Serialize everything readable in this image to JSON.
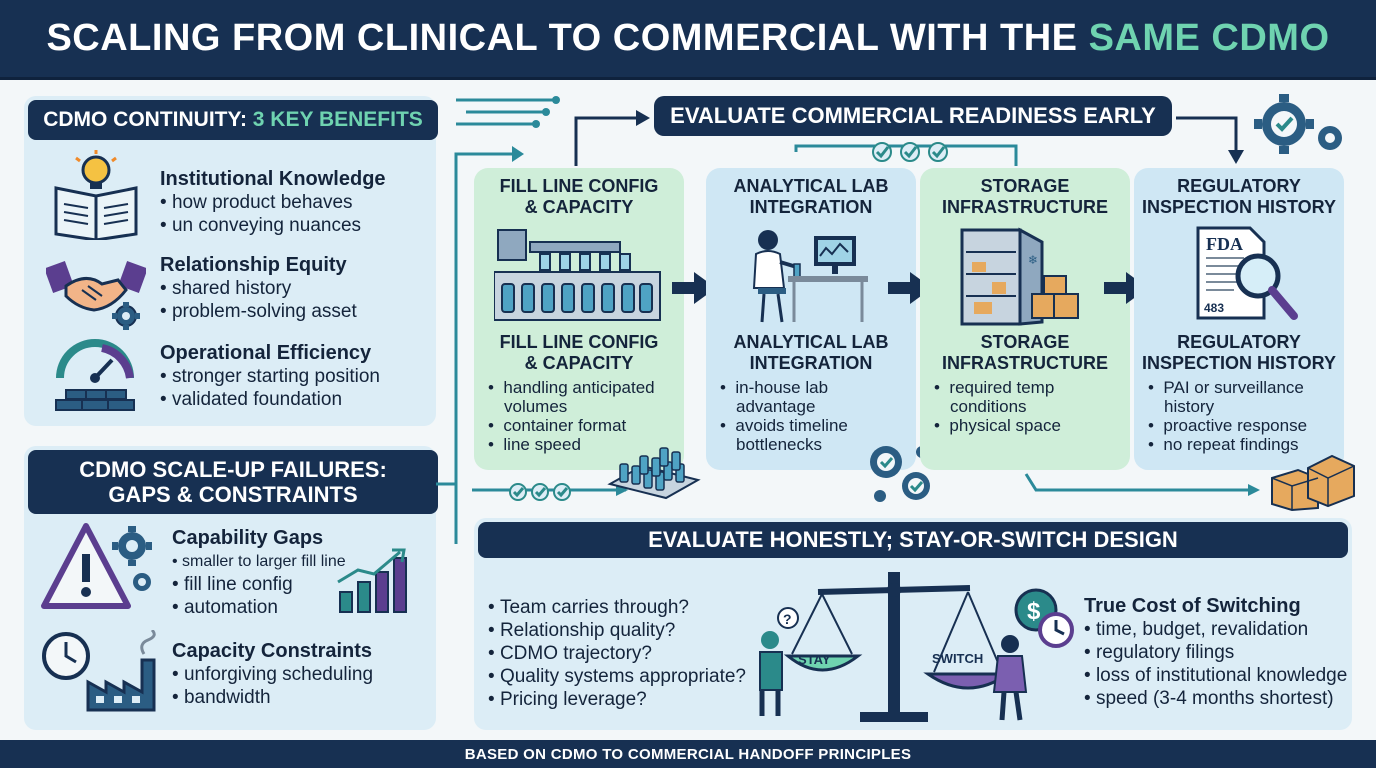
{
  "title": {
    "main": "SCALING FROM CLINICAL TO COMMERCIAL WITH THE ",
    "accent": "SAME CDMO"
  },
  "continuity": {
    "heading_a": "CDMO CONTINUITY: ",
    "heading_b": "3 KEY BENEFITS",
    "benefits": [
      {
        "title": "Institutional Knowledge",
        "points": [
          "how product behaves",
          "un conveying nuances"
        ],
        "icon": "open-book-lightbulb-icon"
      },
      {
        "title": "Relationship Equity",
        "points": [
          "shared history",
          "problem-solving asset"
        ],
        "icon": "handshake-gear-icon"
      },
      {
        "title": "Operational Efficiency",
        "points": [
          "stronger starting position",
          "validated foundation"
        ],
        "icon": "gauge-foundation-icon"
      }
    ]
  },
  "failures": {
    "heading_line1": "CDMO SCALE-UP FAILURES:",
    "heading_line2": "GAPS & CONSTRAINTS",
    "items": [
      {
        "title": "Capability Gaps",
        "points": [
          "smaller to larger fill line",
          "fill line config",
          "automation"
        ],
        "icon": "warning-gears-icon"
      },
      {
        "title": "Capacity Constraints",
        "points": [
          "unforgiving scheduling",
          "bandwidth"
        ],
        "icon": "clock-factory-icon"
      }
    ]
  },
  "readiness": {
    "banner": "EVALUATE COMMERCIAL READINESS EARLY",
    "steps": [
      {
        "title_top": "FILL LINE CONFIG\n& CAPACITY",
        "title_bottom": "FILL LINE CONFIG\n& CAPACITY",
        "points": [
          "handling anticipated volumes",
          "container format",
          "line speed"
        ],
        "icon": "fill-line-machine-icon",
        "color": "#cfeed9"
      },
      {
        "title_top": "ANALYTICAL LAB\nINTEGRATION",
        "title_bottom": "ANALYTICAL LAB\nINTEGRATION",
        "points": [
          "in-house lab advantage",
          "avoids timeline bottlenecks"
        ],
        "icon": "lab-scientist-icon",
        "color": "#cfe7f4"
      },
      {
        "title_top": "STORAGE\nINFRASTRUCTURE",
        "title_bottom": "STORAGE\nINFRASTRUCTURE",
        "points": [
          "required temp conditions",
          "physical space"
        ],
        "icon": "cold-storage-icon",
        "color": "#cfeed9"
      },
      {
        "title_top": "REGULATORY\nINSPECTION HISTORY",
        "title_bottom": "REGULATORY\nINSPECTION HISTORY",
        "points": [
          "PAI or surveillance history",
          "proactive response",
          "no repeat findings"
        ],
        "icon": "fda-document-magnifier-icon",
        "doc_label": "FDA",
        "doc_number": "483",
        "color": "#cfe7f4"
      }
    ]
  },
  "stay_switch": {
    "banner": "EVALUATE HONESTLY; STAY-OR-SWITCH DESIGN",
    "questions": [
      "Team carries through?",
      "Relationship quality?",
      "CDMO trajectory?",
      "Quality systems appropriate?",
      "Pricing leverage?"
    ],
    "scale_left": "STAY",
    "scale_right": "SWITCH",
    "question_mark": "?",
    "cost_title": "True Cost of Switching",
    "cost_points": [
      "time, budget, revalidation",
      "regulatory filings",
      "loss of institutional knowledge",
      "speed (3-4 months shortest)"
    ]
  },
  "footer": "BASED ON CDMO TO COMMERCIAL HANDOFF PRINCIPLES",
  "colors": {
    "navy": "#173052",
    "teal": "#6fd3b0",
    "panel": "#dcedf6",
    "green_card": "#cfeed9",
    "blue_card": "#cfe7f4",
    "purple": "#5b3e8f"
  }
}
